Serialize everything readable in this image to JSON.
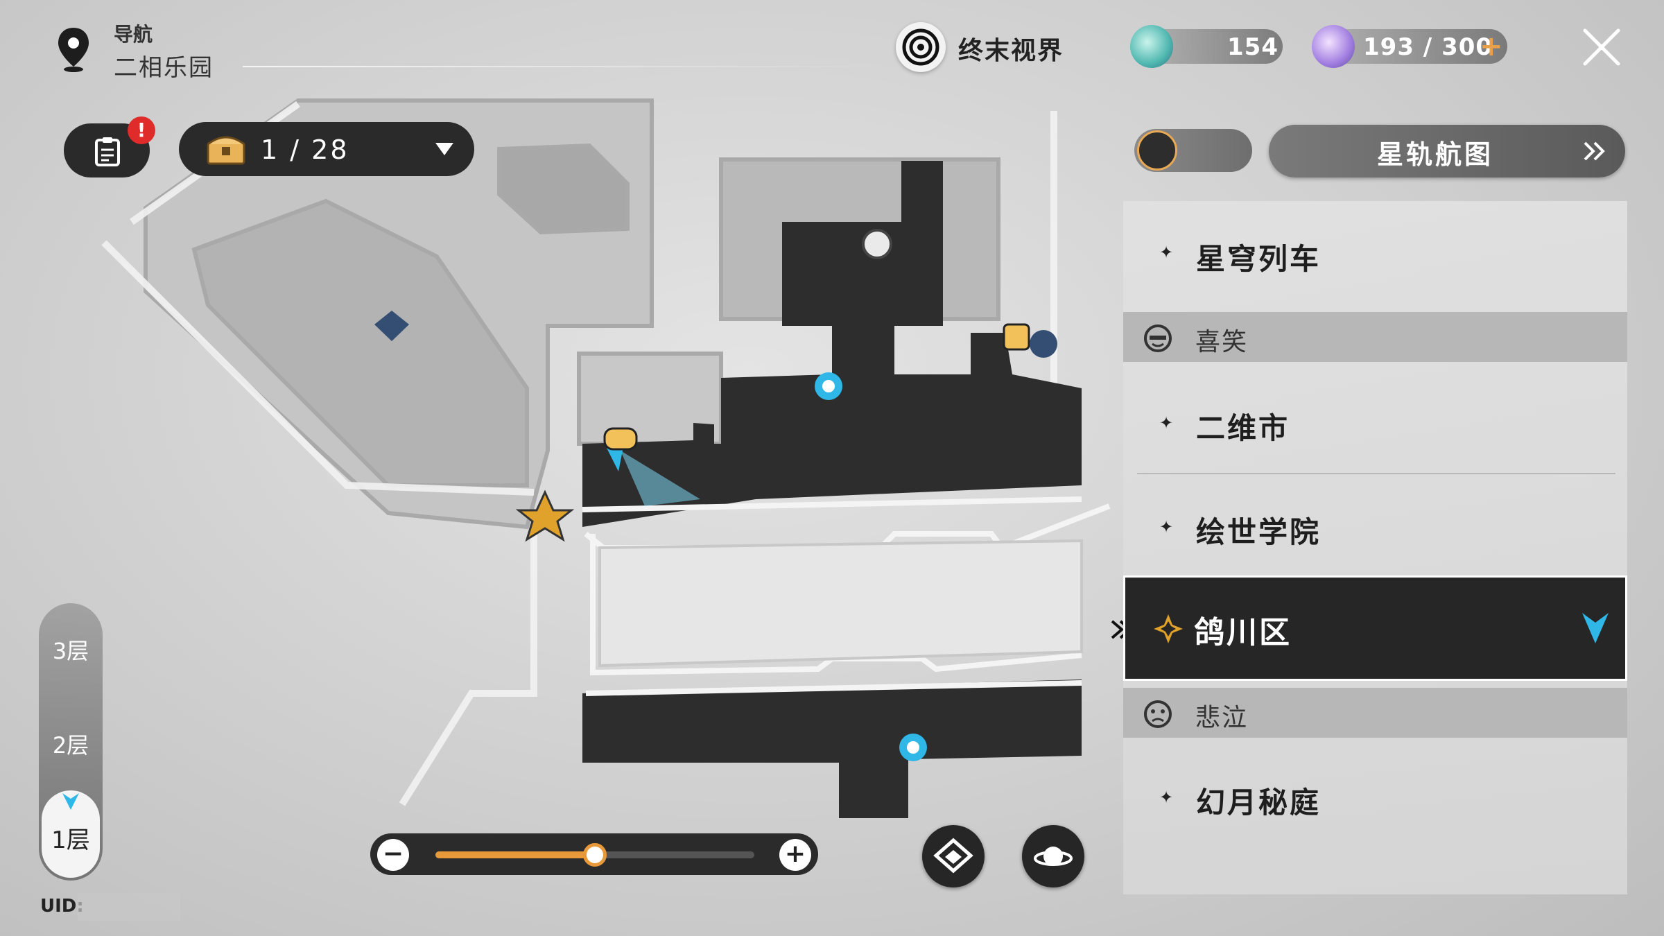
{
  "navigation": {
    "label": "导航",
    "location": "二相乐园"
  },
  "world": {
    "name": "终末视界"
  },
  "currencies": [
    {
      "name": "stellar-jade",
      "value": "154"
    },
    {
      "name": "trailblaze-power",
      "value": "193 / 300"
    }
  ],
  "add_label": "+",
  "mission": {
    "alert": "!"
  },
  "chests": {
    "count": "1 / 28"
  },
  "star_rail_map": {
    "label": "星轨航图"
  },
  "list": {
    "items": [
      {
        "label": "星穹列车",
        "type": "area"
      },
      {
        "label": "喜笑",
        "type": "header"
      },
      {
        "label": "二维市",
        "type": "area"
      },
      {
        "label": "绘世学院",
        "type": "area"
      },
      {
        "label": "鸽川区",
        "type": "area",
        "active": true
      },
      {
        "label": "悲泣",
        "type": "header"
      },
      {
        "label": "幻月秘庭",
        "type": "area"
      }
    ]
  },
  "floors": [
    {
      "label": "3层"
    },
    {
      "label": "2层"
    },
    {
      "label": "1层",
      "active": true
    }
  ],
  "uid_label": "UID:",
  "zoom": {
    "minus": "−",
    "plus": "+",
    "level": 0.5
  },
  "icons": {
    "close": "close-icon",
    "pin": "map-pin-icon",
    "home": "home-icon",
    "planet": "planet-icon"
  },
  "colors": {
    "accent": "#e89a3a",
    "active_row": "#262626",
    "cyan": "#2fb7e8",
    "gold": "#e0a22b"
  }
}
